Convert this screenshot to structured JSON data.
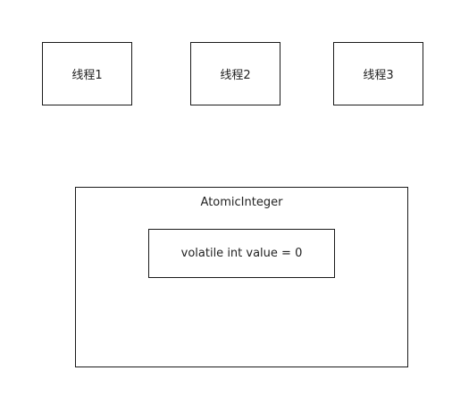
{
  "threads": [
    {
      "label": "线程1"
    },
    {
      "label": "线程2"
    },
    {
      "label": "线程3"
    }
  ],
  "atomic": {
    "title": "AtomicInteger",
    "field": "volatile int value = 0"
  }
}
